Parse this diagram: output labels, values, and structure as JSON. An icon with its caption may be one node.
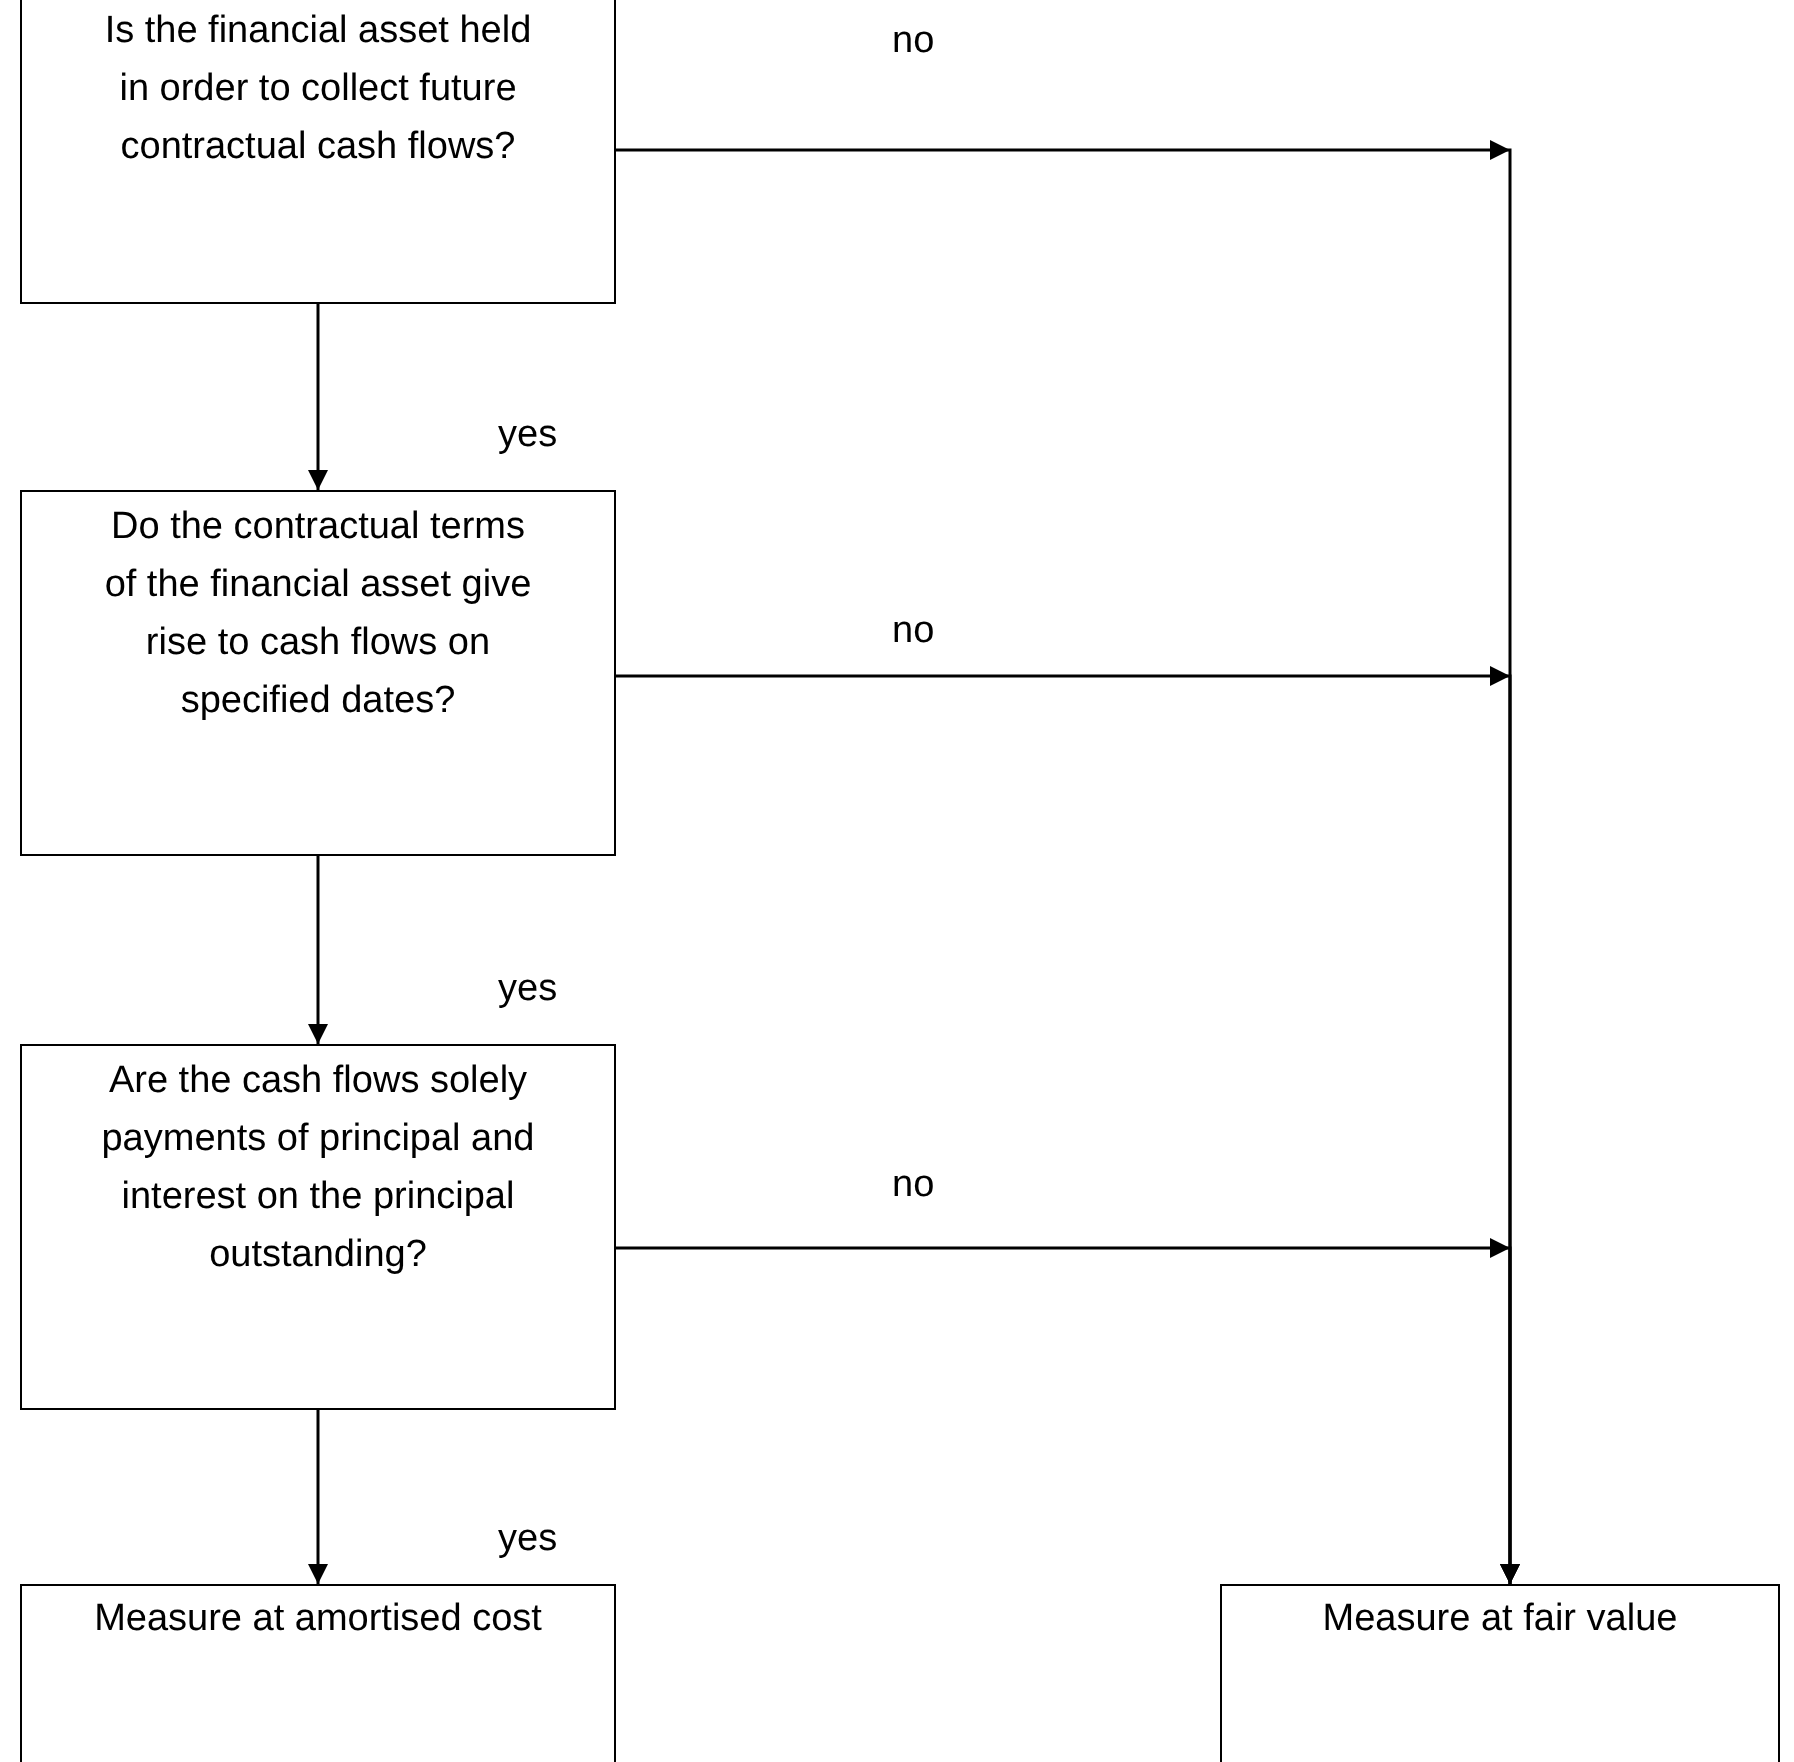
{
  "diagram": {
    "nodes": [
      {
        "text": [
          "Is the financial asset held in order to collect future contractual cash flows?"
        ]
      },
      {
        "text": [
          "Do the contractual terms of the financial asset give rise to cash flows on specified dates?"
        ]
      },
      {
        "text": [
          "Are the cash flows solely payments of principal and interest on the principal outstanding?"
        ]
      },
      {
        "text": [
          "Measure at amortised cost"
        ]
      },
      {
        "text": [
          "Measure at fair value"
        ]
      }
    ],
    "edges": [
      {
        "from": 0,
        "to": 1,
        "arrow": "to",
        "label": "yes"
      },
      {
        "from": 1,
        "to": 2,
        "arrow": "to",
        "label": "yes"
      },
      {
        "from": 2,
        "to": 3,
        "arrow": "to",
        "label": "yes"
      },
      {
        "from": 0,
        "to": 4,
        "arrow": "to",
        "label": "no"
      },
      {
        "from": 1,
        "to": 4,
        "arrow": "to",
        "label": "no"
      },
      {
        "from": 2,
        "to": 4,
        "arrow": "to",
        "label": "no"
      }
    ]
  }
}
